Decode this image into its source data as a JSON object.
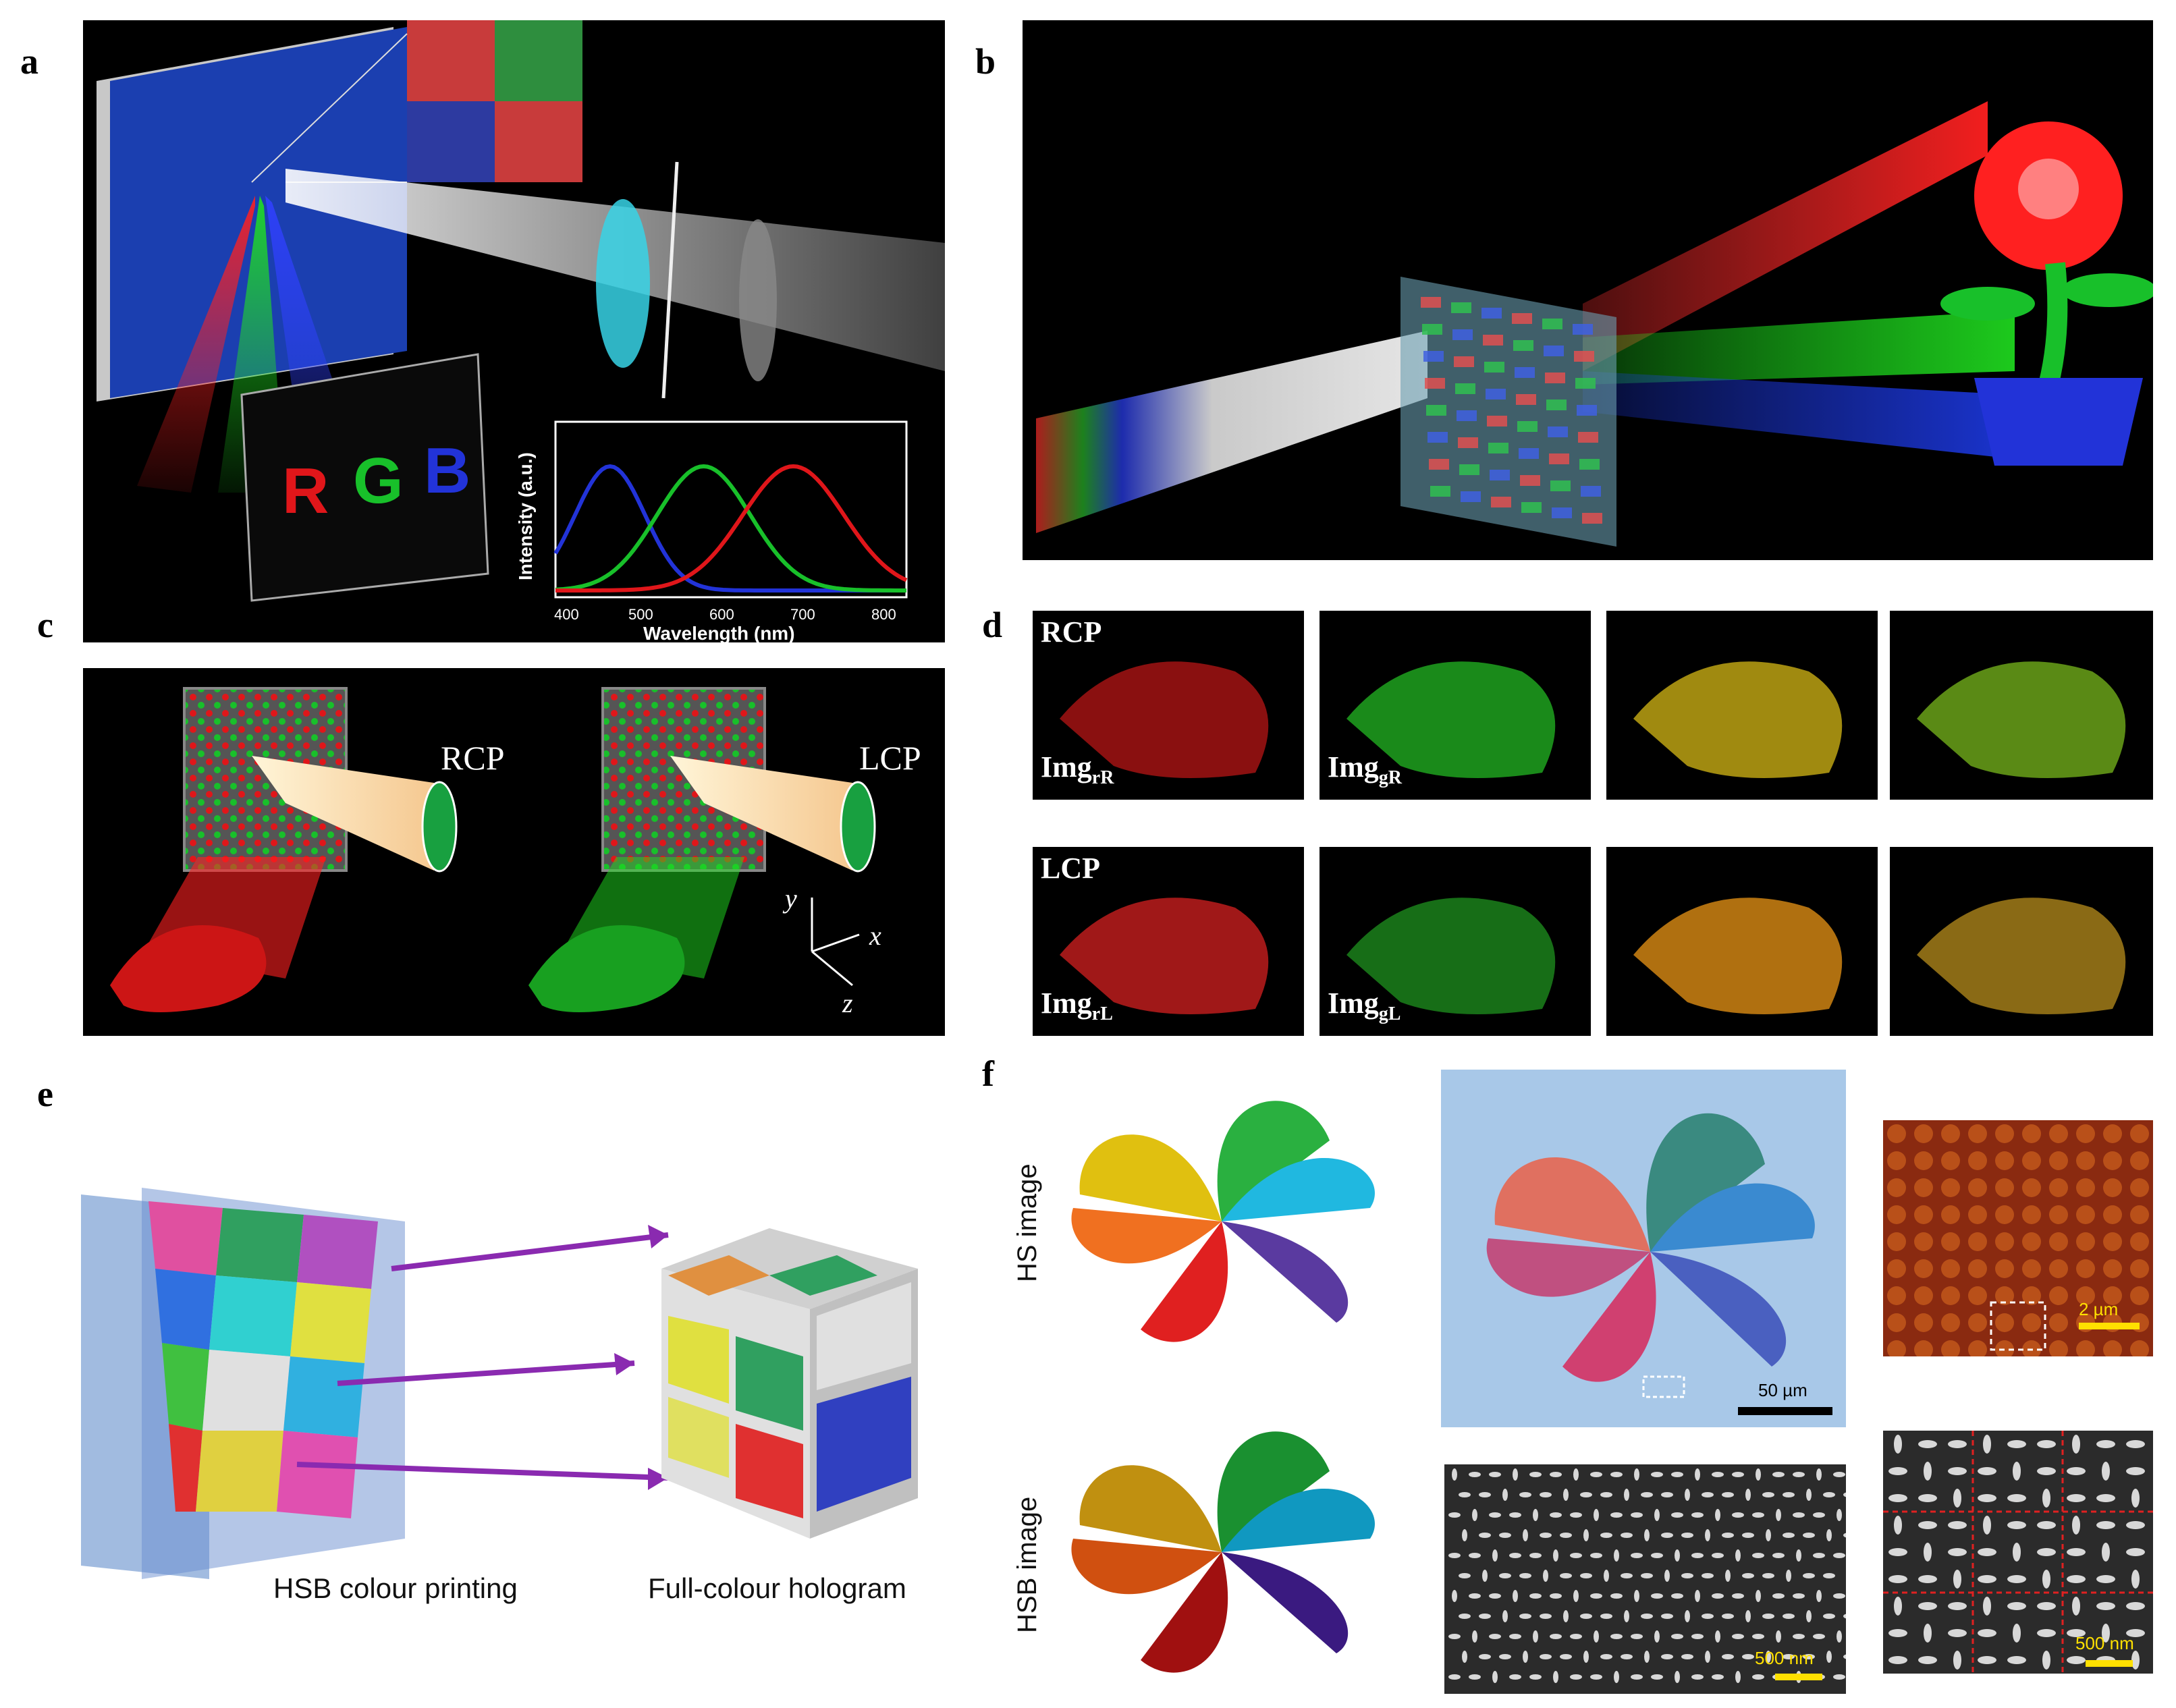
{
  "panels": {
    "a": "a",
    "b": "b",
    "c": "c",
    "d": "d",
    "e": "e",
    "f": "f"
  },
  "panel_a": {
    "screen_letters": [
      "R",
      "G",
      "B"
    ],
    "chart": {
      "xlabel": "Wavelength (nm)",
      "ylabel": "Intensity (a.u.)",
      "xticks": [
        "400",
        "500",
        "600",
        "700",
        "800"
      ]
    }
  },
  "panel_c": {
    "left_label": "RCP",
    "right_label": "LCP",
    "axes": {
      "x": "x",
      "y": "y",
      "z": "z"
    }
  },
  "panel_d": {
    "row_labels": [
      "RCP",
      "LCP"
    ],
    "tiles": [
      {
        "base": "Img",
        "sub": "rR"
      },
      {
        "base": "Img",
        "sub": "gR"
      },
      {
        "base": "Img",
        "sub": "rL"
      },
      {
        "base": "Img",
        "sub": "gL"
      }
    ]
  },
  "panel_e": {
    "caption_left": "HSB colour printing",
    "caption_right": "Full-colour hologram"
  },
  "panel_f": {
    "label_top": "HS image",
    "label_bottom": "HSB image",
    "scale_50um": "50 µm",
    "scale_2um": "2 µm",
    "scale_500nm_a": "500 nm",
    "scale_500nm_b": "500 nm"
  },
  "colors": {
    "red": "#e0161a",
    "green": "#18c02a",
    "blue": "#2233d8",
    "cyan": "#37d4e6",
    "background": "#000000"
  }
}
